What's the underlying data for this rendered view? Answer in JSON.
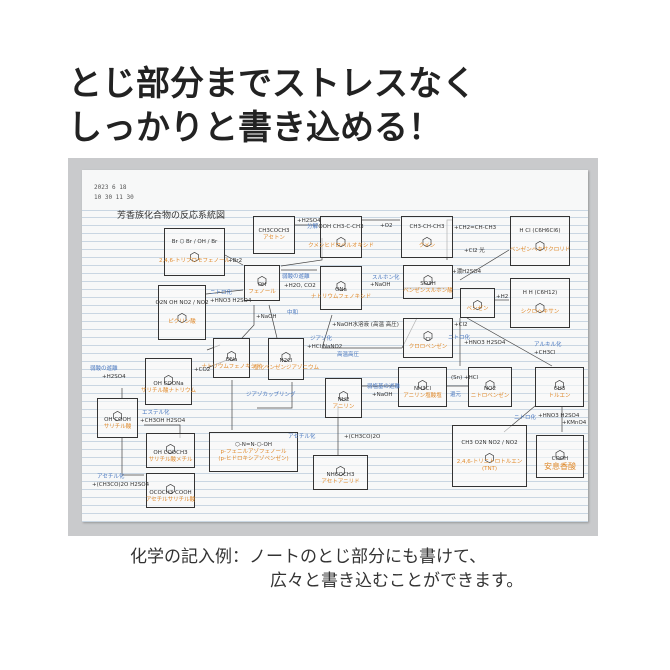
{
  "headline": [
    "とじ部分までストレスなく",
    "しっかりと書き込める！"
  ],
  "notebook": {
    "date_line1": "2023  6  18",
    "date_line2": "10  30  11  30",
    "title": "芳香族化合物の反応系統図",
    "compounds": [
      {
        "formula": "Br ⬡ Br / OH / Br",
        "name": "2,4,6-トリブロモフェノール"
      },
      {
        "formula": "CH3COCH3",
        "name": "アセトン"
      },
      {
        "formula": "OOH CH3-C-CH3",
        "name": "クメンヒドロペルオキシド"
      },
      {
        "formula": "CH3-CH-CH3",
        "name": "クメン"
      },
      {
        "formula": "H Cl (C6H6Cl6)",
        "name": "ベンゼンヘキサクロリド"
      },
      {
        "formula": "OH",
        "name": "フェノール"
      },
      {
        "formula": "ONa",
        "name": "ナトリウムフェノキシド"
      },
      {
        "formula": "SO3H",
        "name": "ベンゼンスルホン酸"
      },
      {
        "formula": "H H (C6H12)",
        "name": "シクロヘキサン"
      },
      {
        "formula": "O2N OH NO2 / NO2",
        "name": "ピクリン酸"
      },
      {
        "formula": "",
        "name": "ベンゼン"
      },
      {
        "formula": "Cl",
        "name": "クロロベンゼン"
      },
      {
        "formula": "ONa",
        "name": "ナトリウムフェノキシド"
      },
      {
        "formula": "N2Cl",
        "name": "塩化ベンゼンジアゾニウム"
      },
      {
        "formula": "OH COONa",
        "name": "サリチル酸ナトリウム"
      },
      {
        "formula": "NH2",
        "name": "アニリン"
      },
      {
        "formula": "NH3Cl",
        "name": "アニリン塩酸塩"
      },
      {
        "formula": "NO2",
        "name": "ニトロベンゼン"
      },
      {
        "formula": "CH3",
        "name": "トルエン"
      },
      {
        "formula": "OH COOH",
        "name": "サリチル酸"
      },
      {
        "formula": "OH COOCH3",
        "name": "サリチル酸メチル"
      },
      {
        "formula": "⬡-N=N-⬡-OH",
        "name": "p-フェニルアゾフェノール",
        "name2": "(p-ヒドロキシアゾベンゼン)"
      },
      {
        "formula": "CH3 O2N NO2 / NO2",
        "name": "2,4,6-トリニトロトルエン",
        "name2": "(TNT)"
      },
      {
        "formula": "COOH",
        "name": "安息香酸"
      },
      {
        "formula": "NHCOCH3",
        "name": "アセトアニリド"
      },
      {
        "formula": "OCOCH3 COOH",
        "name": "アセチルサリチル酸"
      }
    ],
    "reagents": [
      "+Br2",
      "+H2SO4",
      "+O2",
      "+CH2=CH-CH3",
      "+Cl2 光",
      "+濃H2SO4",
      "+NaOH",
      "+H2O, CO2",
      "+HNO3 H2SO4",
      "+NaOH",
      "+H2",
      "+NaOH水溶液 (高温 高圧)",
      "+Cl2",
      "+HNO3 H2SO4",
      "+CH3Cl",
      "+HCl NaNO2",
      "+CO2",
      "+H2SO4",
      "+CH3OH H2SO4",
      "+(CH3CO)2O H2SO4",
      "+(CH3CO)2O",
      "+NaOH",
      "(Sn) +HCl",
      "+HNO3 H2SO4",
      "+KMnO4"
    ],
    "blue_notes": [
      "分解",
      "弱酸の遊離",
      "ニトロ化",
      "中和",
      "スルホン化",
      "アルキル化",
      "ニトロ化",
      "ジアゾ化",
      "ジアゾカップリング",
      "高温高圧",
      "弱酸の遊離",
      "エステル化",
      "アセチル化",
      "アセチル化",
      "弱塩基の遊離",
      "還元",
      "ニトロ化"
    ]
  },
  "caption": [
    "化学の記入例：ノートのとじ部分にも書けて、",
    "広々と書き込むことができます。"
  ],
  "colors": {
    "compound_name": "#e0892a",
    "note": "#4a78c0",
    "ink": "#333333",
    "background": "#c9cacc"
  }
}
